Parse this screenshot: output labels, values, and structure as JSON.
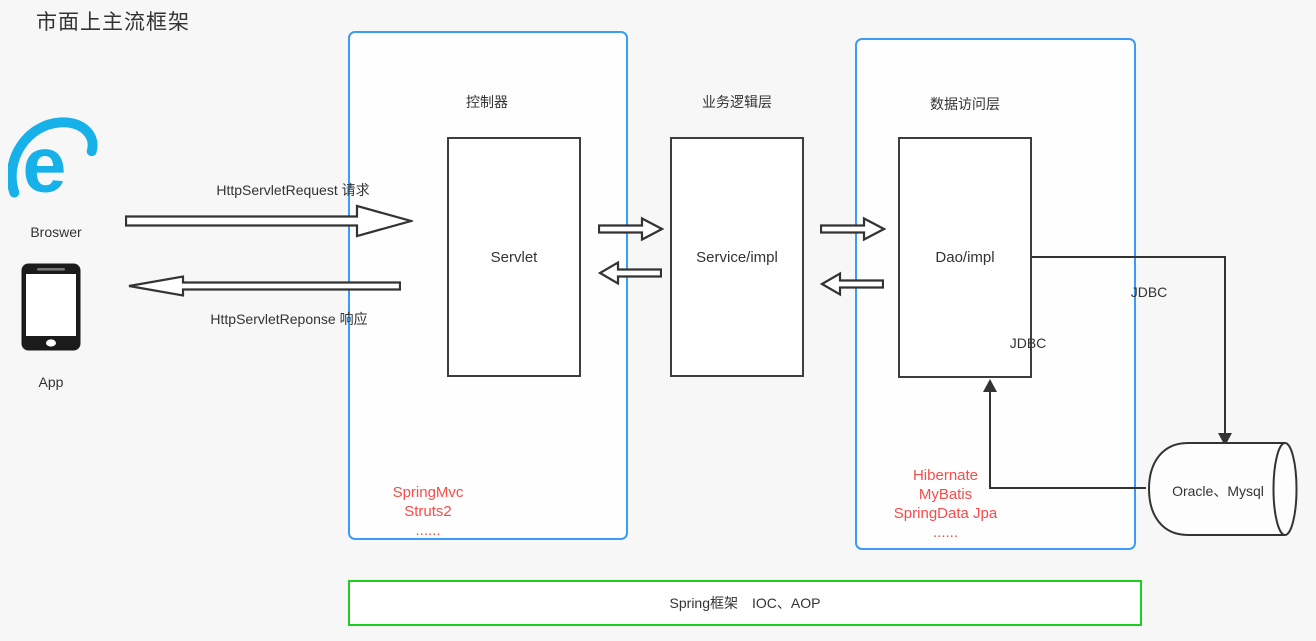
{
  "title": "市面上主流框架",
  "clients": {
    "browser": "Broswer",
    "app": "App"
  },
  "flows": {
    "request": "HttpServletRequest 请求",
    "response": "HttpServletReponse 响应"
  },
  "controller": {
    "layer_label": "控制器",
    "box_label": "Servlet",
    "frameworks": [
      "SpringMvc",
      "Struts2",
      "......"
    ]
  },
  "service": {
    "layer_label": "业务逻辑层",
    "box_label": "Service/impl"
  },
  "dao": {
    "layer_label": "数据访问层",
    "box_label": "Dao/impl",
    "frameworks": [
      "Hibernate",
      "MyBatis",
      "SpringData Jpa",
      "......"
    ],
    "jdbc_inner": "JDBC",
    "jdbc_outer": "JDBC"
  },
  "database": {
    "label": "Oracle、Mysql"
  },
  "spring_bar": {
    "label": "Spring框架　IOC、AOP"
  },
  "colors": {
    "blue_frame": "#3b9cf7",
    "green_frame": "#21cd21",
    "red_text": "#f94b4b",
    "ie_blue": "#17b1ea",
    "line": "#333333"
  }
}
